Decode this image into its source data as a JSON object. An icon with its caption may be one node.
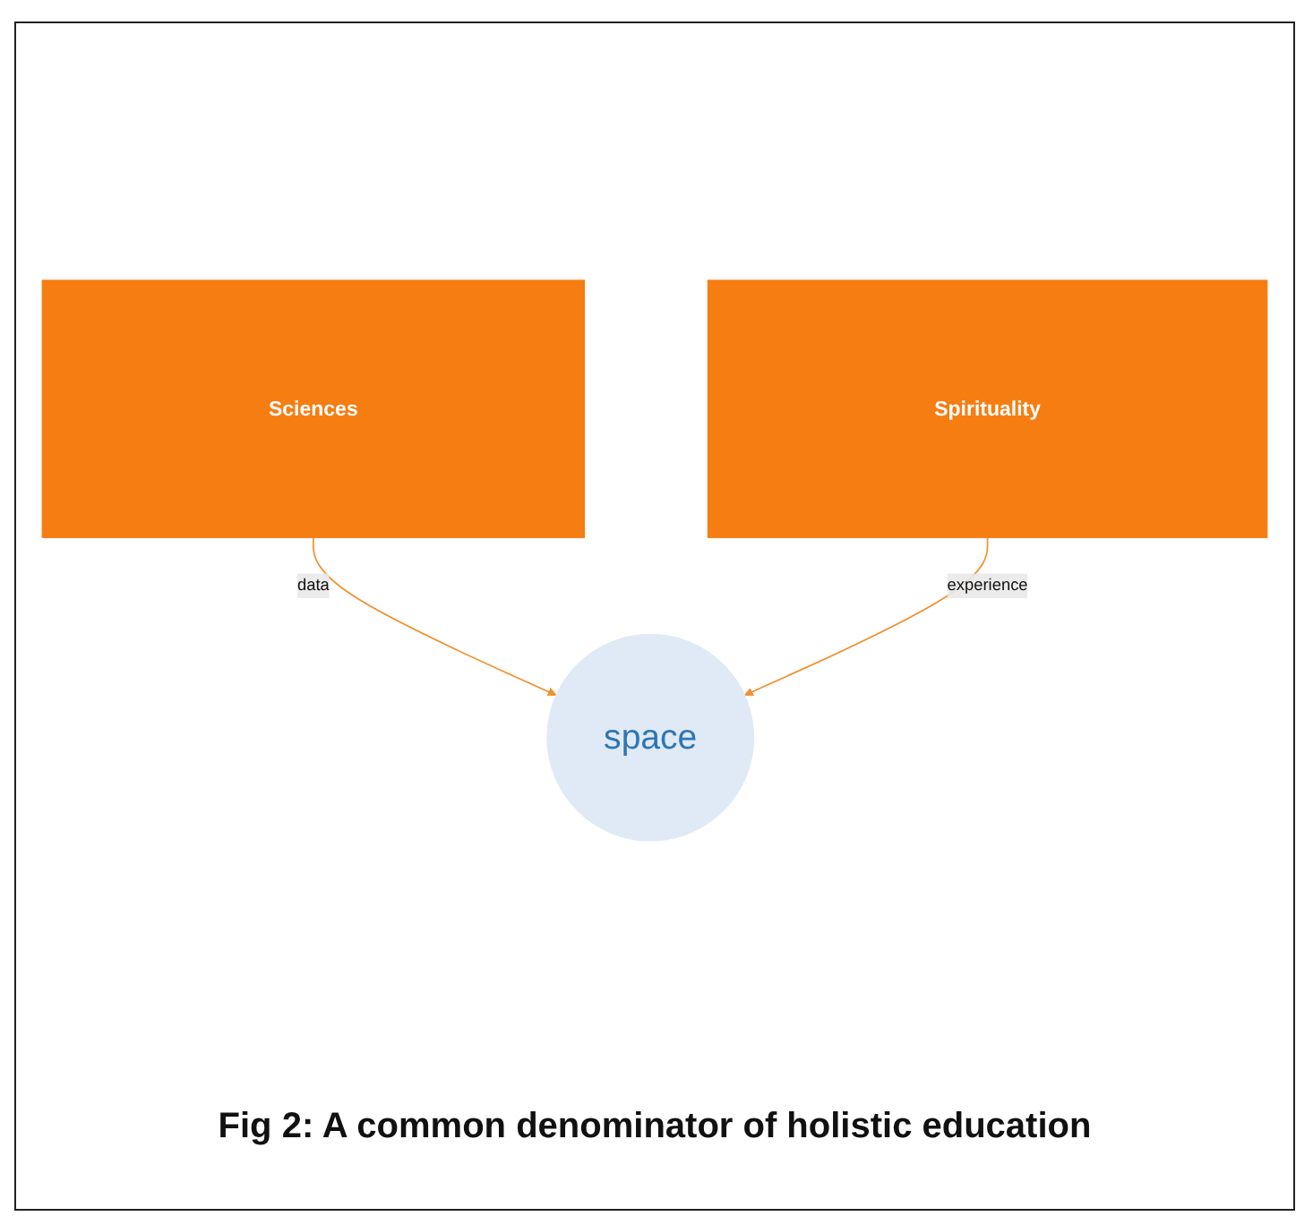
{
  "diagram": {
    "caption": "Fig 2: A common denominator of holistic education",
    "nodes": [
      {
        "text": [
          "Sciences"
        ]
      },
      {
        "text": [
          "Spirituality"
        ]
      },
      {
        "text": [
          "space"
        ]
      }
    ],
    "edges": [
      {
        "from": 0,
        "to": 2,
        "arrow": "to",
        "label": "data"
      },
      {
        "from": 1,
        "to": 2,
        "arrow": "to",
        "label": "experience"
      }
    ]
  }
}
